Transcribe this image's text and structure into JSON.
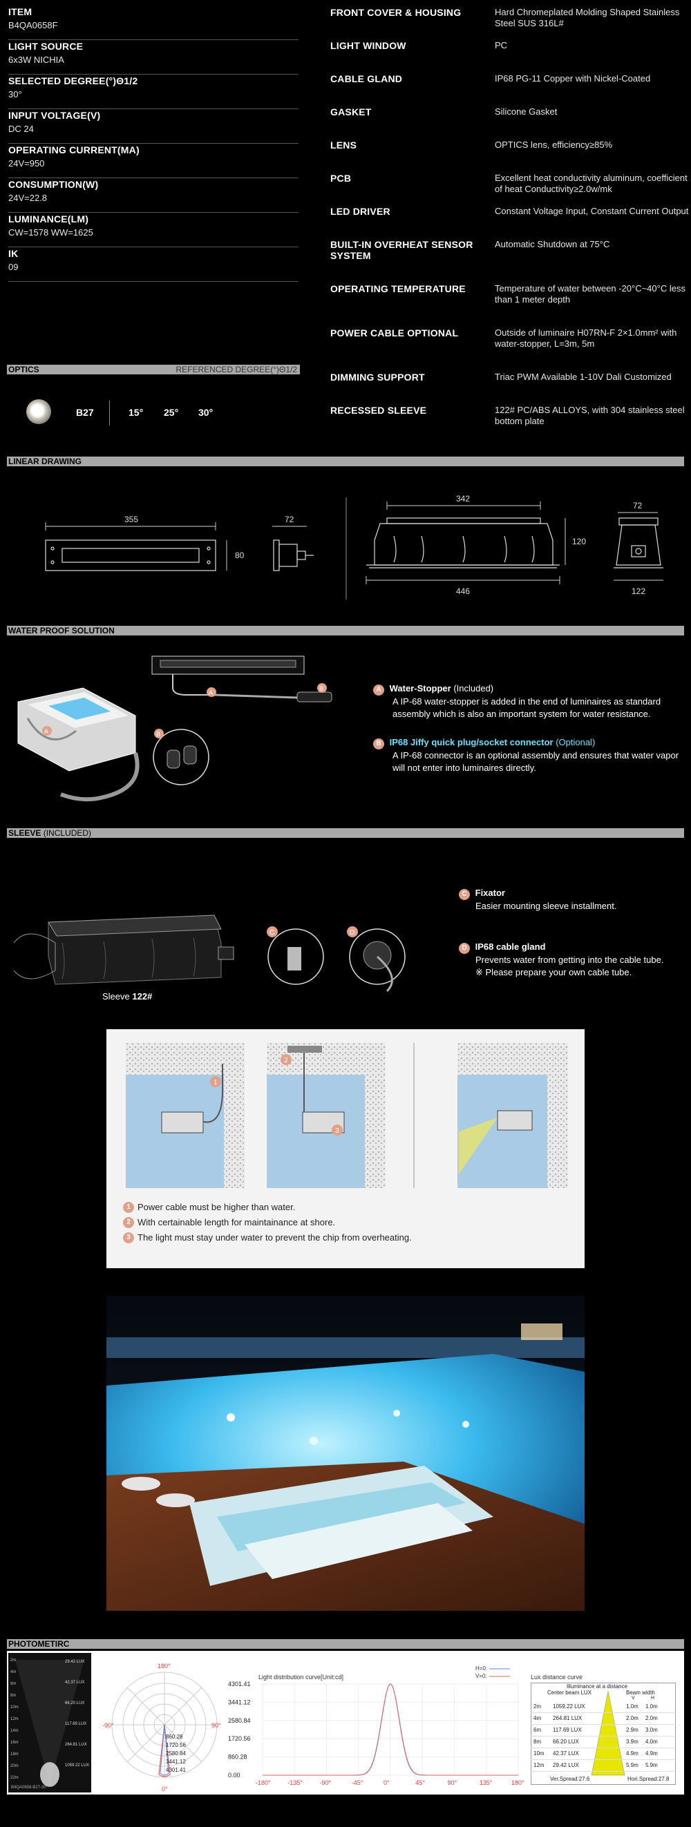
{
  "specs_left": [
    {
      "label": "ITEM",
      "value": "B4QA0658F"
    },
    {
      "label": "LIGHT SOURCE",
      "value": "6x3W NICHIA"
    },
    {
      "label": "SELECTED DEGREE(°)Θ1/2",
      "value": "30°"
    },
    {
      "label": "INPUT VOLTAGE(V)",
      "value": "DC 24"
    },
    {
      "label": "OPERATING CURRENT(MA)",
      "value": "24V=950"
    },
    {
      "label": "CONSUMPTION(W)",
      "value": "24V=22.8"
    },
    {
      "label": "LUMINANCE(LM)",
      "value": "CW=1578  WW=1625"
    },
    {
      "label": "IK",
      "value": "09"
    }
  ],
  "specs_right": [
    {
      "label": "FRONT COVER & HOUSING",
      "value": "Hard Chromeplated Molding Shaped Stainless Steel SUS 316L#"
    },
    {
      "label": "LIGHT WINDOW",
      "value": "PC"
    },
    {
      "label": "CABLE GLAND",
      "value": "IP68 PG-11 Copper with Nickel-Coated"
    },
    {
      "label": "GASKET",
      "value": "Silicone Gasket"
    },
    {
      "label": "LENS",
      "value": "OPTICS lens, efficiency≥85%"
    },
    {
      "label": "PCB",
      "value": "Excellent heat conductivity aluminum, coefficient of heat Conductivity≥2.0w/mk"
    },
    {
      "label": "LED DRIVER",
      "value": "Constant Voltage Input, Constant Current Output"
    },
    {
      "label": "BUILT-IN OVERHEAT SENSOR SYSTEM",
      "value": "Automatic Shutdown at 75°C"
    },
    {
      "label": "OPERATING TEMPERATURE",
      "value": "Temperature of water  between -20°C~40°C less than 1 meter depth"
    },
    {
      "label": "POWER CABLE OPTIONAL",
      "value": "Outside of luminaire H07RN-F 2×1.0mm² with water-stopper, L=3m, 5m"
    },
    {
      "label": "DIMMING SUPPORT",
      "value": "Triac PWM Available 1-10V Dali Customized"
    },
    {
      "label": "RECESSED SLEEVE",
      "value": "122# PC/ABS ALLOYS, with 304  stainless steel bottom plate"
    }
  ],
  "optics": {
    "title": "OPTICS",
    "referenced": "REFERENCED DEGREE(°)Θ1/2",
    "lens": "B27",
    "degrees": [
      "15°",
      "25°",
      "30°"
    ]
  },
  "sections": {
    "linear": "LINEAR DRAWING",
    "waterproof": "WATER PROOF SOLUTION",
    "sleeve_a": "SLEEVE",
    "sleeve_b": " (INCLUDED)",
    "photometric": "PHOTOMETIRC"
  },
  "dims": {
    "a": "355",
    "b": "80",
    "c": "72",
    "d": "342",
    "e": "120",
    "f": "446",
    "g": "72",
    "h": "122"
  },
  "waterproof": {
    "a_letter": "A",
    "a_title": "Water-Stopper",
    "a_suffix": " (Included)",
    "a_text": "A IP-68 water-stopper is added in the end of luminaires as standard assembly which is also an important system for water resistance.",
    "b_letter": "B",
    "b_title": "IP68 Jiffy quick plug/socket connector",
    "b_suffix": " (Optional)",
    "b_text": "A IP-68 connector is an optional assembly and ensures that water vapor will not enter into luminaires directly."
  },
  "sleeve": {
    "c_letter": "C",
    "c_title": "Fixator",
    "c_text": "Easier mounting sleeve installment.",
    "d_letter": "D",
    "d_title": "IP68 cable gland",
    "d_text": "Prevents water from getting into the cable tube.",
    "d_note": "※ Please prepare your own cable tube.",
    "caption_a": "Sleeve ",
    "caption_b": "122#"
  },
  "install": {
    "notes": [
      {
        "num": "1",
        "text": "Power cable must be higher than water."
      },
      {
        "num": "2",
        "text": "With certainable length for maintainance at shore."
      },
      {
        "num": "3",
        "text": "The light must stay under water to prevent the chip from overheating."
      }
    ]
  },
  "photometric": {
    "model_tag": "B4QA0658-B27-30°",
    "polar_axis": [
      "180°",
      "-90°",
      "90°",
      "0°"
    ],
    "polar_values": [
      "860.28",
      "1720.56",
      "2580.84",
      "3441.12",
      "4301.41"
    ],
    "curve_title": "Light distribution curve[Unit:cd]",
    "curve_legend": [
      "H=0:",
      "V=0:"
    ],
    "curve_y_ticks": [
      "4301.41",
      "3441.12",
      "2580.84",
      "1720.56",
      "860.28",
      "0.00"
    ],
    "curve_x_ticks": [
      "-180°",
      "-135°",
      "-90°",
      "-45°",
      "0°",
      "45°",
      "90°",
      "135°",
      "180°"
    ],
    "lux_title": "Lux distance curve",
    "lux_table_title": "Illuminance at a distance",
    "lux_head": [
      "Center beam LUX",
      "Beam width"
    ],
    "lux_vh": [
      "V",
      "H"
    ],
    "lux_rows": [
      {
        "d": "2m",
        "lux": "1059.22 LUX",
        "v": "1.0m",
        "h": "1.0m"
      },
      {
        "d": "4m",
        "lux": "264.81 LUX",
        "v": "2.0m",
        "h": "2.0m"
      },
      {
        "d": "6m",
        "lux": "117.69 LUX",
        "v": "2.9m",
        "h": "3.0m"
      },
      {
        "d": "8m",
        "lux": "66.20 LUX",
        "v": "3.9m",
        "h": "4.0m"
      },
      {
        "d": "10m",
        "lux": "42.37 LUX",
        "v": "4.9m",
        "h": "4.9m"
      },
      {
        "d": "12m",
        "lux": "29.42 LUX",
        "v": "5.9m",
        "h": "5.9m"
      }
    ],
    "lux_spread": [
      "Ver.Spread:27.6",
      "Hori.Spread:27.8"
    ],
    "thumb_left": [
      "2m",
      "4m",
      "6m",
      "8m",
      "10m",
      "12m",
      "14m",
      "16m",
      "18m",
      "20m",
      "22m"
    ],
    "thumb_right": [
      "29.42 LUX",
      "42.37 LUX",
      "66.20 LUX",
      "117.69 LUX",
      "264.81 LUX",
      "1059.22 LUX"
    ]
  },
  "colors": {
    "accent_badge": "#e1a08a",
    "cyan": "#6ee0ff",
    "bar": "#a8a8a8"
  }
}
